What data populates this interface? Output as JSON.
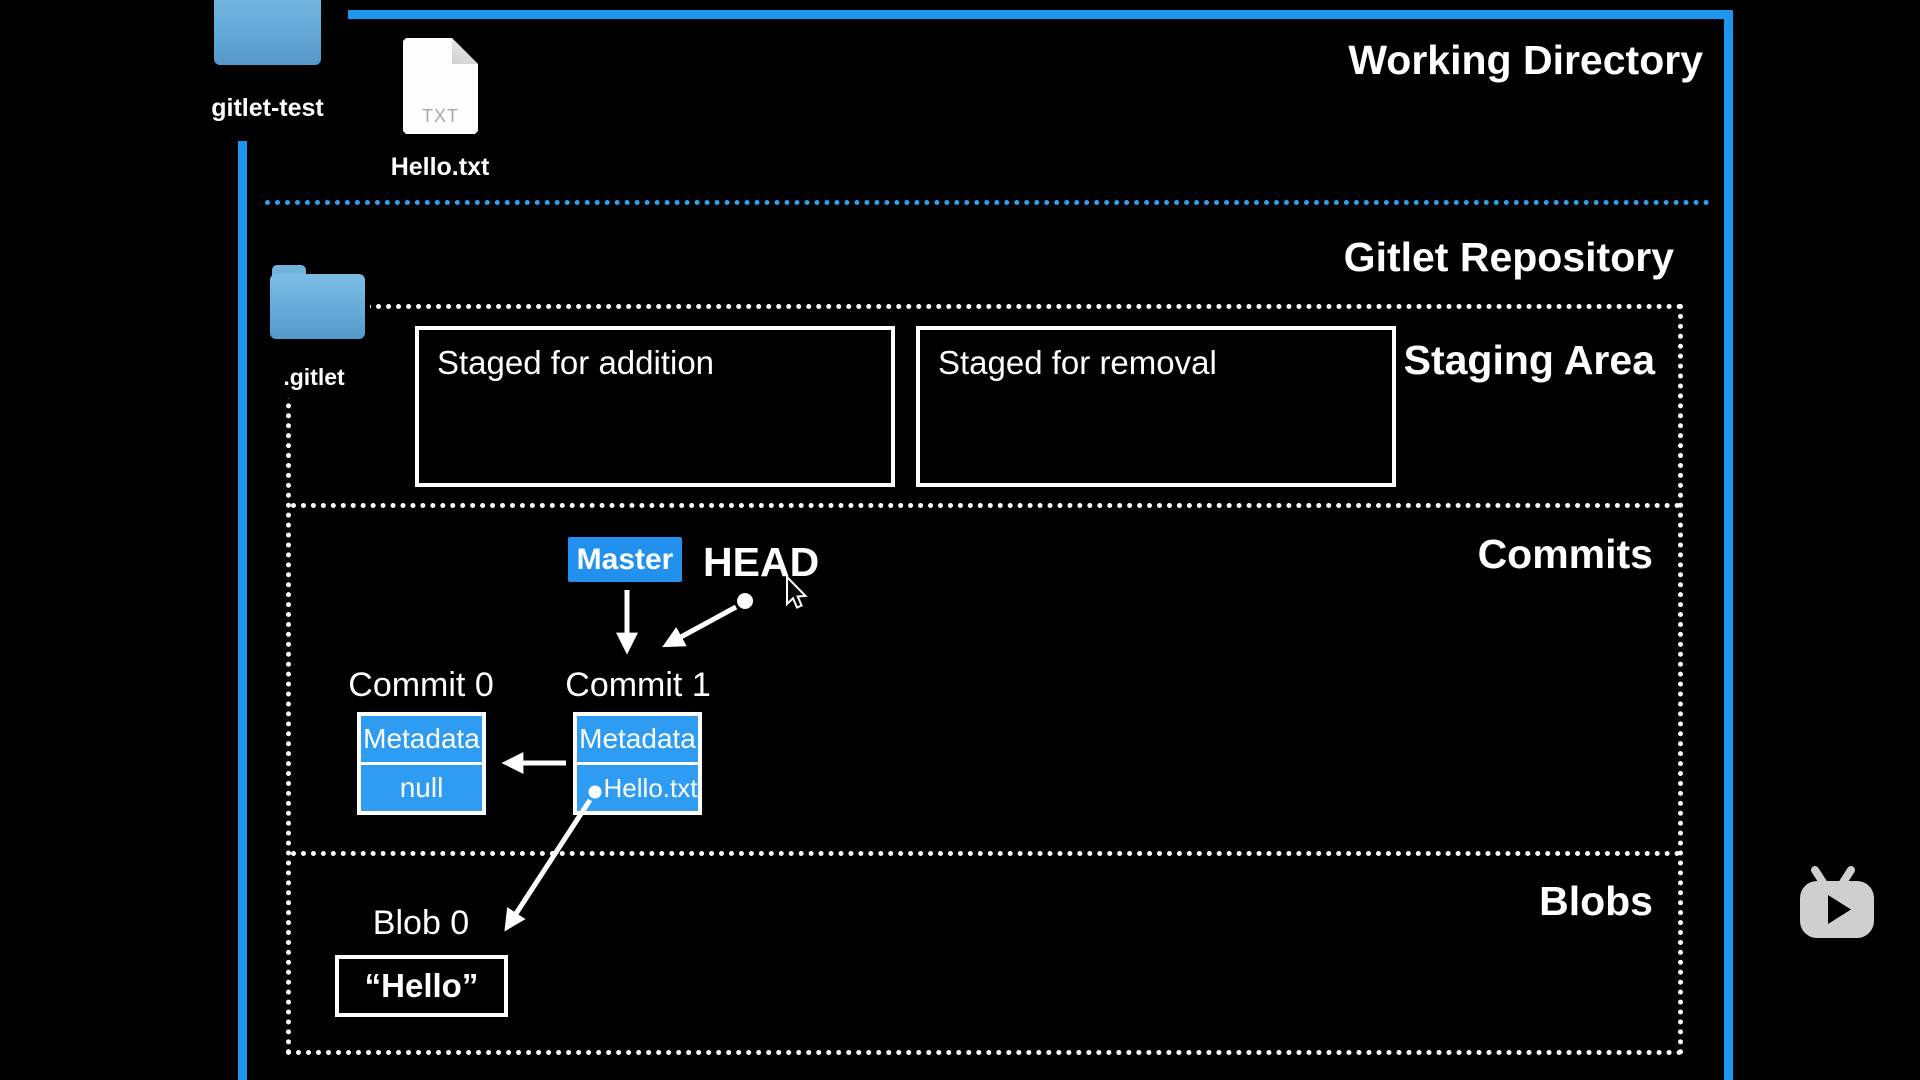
{
  "colors": {
    "background": "#000000",
    "accent_blue": "#1e96f0",
    "dotted_blue": "#2ba1f4",
    "badge_blue": "#2190ee",
    "commit_box_blue": "#2e9cf2",
    "folder_blue": "#65abd8",
    "tv_icon_gray": "#cfcfcf"
  },
  "working_directory": {
    "title": "Working Directory",
    "folder_label": "gitlet-test",
    "file_label": "Hello.txt",
    "file_type": "TXT"
  },
  "repository": {
    "title": "Gitlet Repository",
    "folder_label": ".gitlet",
    "staging": {
      "label": "Staging Area",
      "addition_title": "Staged for addition",
      "removal_title": "Staged for removal"
    },
    "commits": {
      "label": "Commits",
      "branch_badge": "Master",
      "head_label": "HEAD",
      "commit0_title": "Commit 0",
      "commit0_row1": "Metadata",
      "commit0_row2": "null",
      "commit1_title": "Commit 1",
      "commit1_row1": "Metadata",
      "commit1_row2": "Hello.txt"
    },
    "blobs": {
      "label": "Blobs",
      "blob0_title": "Blob 0",
      "blob0_content": "“Hello”"
    }
  },
  "icons": {
    "working_folder": "folder-icon",
    "text_file": "file-txt-icon",
    "repo_folder": "folder-icon",
    "pointer": "cursor-icon",
    "watermark": "tv-play-icon"
  }
}
